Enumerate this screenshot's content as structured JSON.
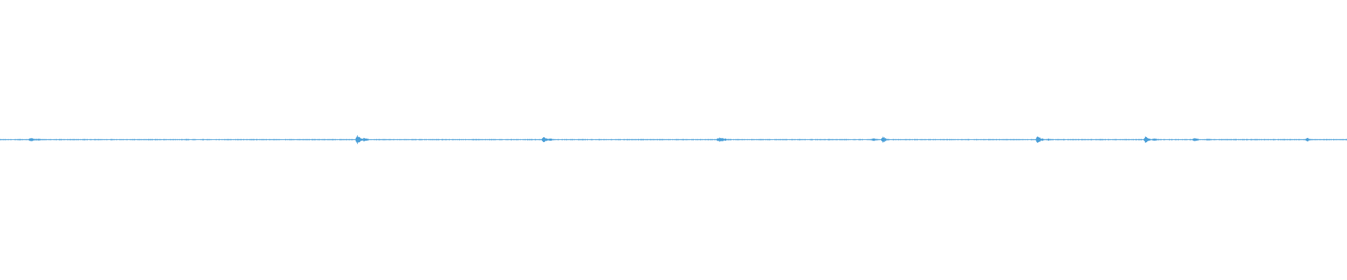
{
  "waveform": {
    "color": "#4a9fd8",
    "background": "#ffffff",
    "bursts": [
      {
        "pos": 0.0224,
        "amp": 0.4,
        "width": 0.012
      },
      {
        "pos": 0.028,
        "amp": 0.2,
        "width": 0.01
      },
      {
        "pos": 0.111,
        "amp": 0.15,
        "width": 0.01
      },
      {
        "pos": 0.138,
        "amp": 0.18,
        "width": 0.012
      },
      {
        "pos": 0.18,
        "amp": 0.08,
        "width": 0.02
      },
      {
        "pos": 0.22,
        "amp": 0.06,
        "width": 0.03
      },
      {
        "pos": 0.265,
        "amp": 0.9,
        "width": 0.008
      },
      {
        "pos": 0.27,
        "amp": 0.35,
        "width": 0.012
      },
      {
        "pos": 0.31,
        "amp": 0.06,
        "width": 0.02
      },
      {
        "pos": 0.344,
        "amp": 0.07,
        "width": 0.02
      },
      {
        "pos": 0.382,
        "amp": 0.12,
        "width": 0.012
      },
      {
        "pos": 0.403,
        "amp": 0.7,
        "width": 0.008
      },
      {
        "pos": 0.408,
        "amp": 0.25,
        "width": 0.01
      },
      {
        "pos": 0.457,
        "amp": 0.08,
        "width": 0.01
      },
      {
        "pos": 0.507,
        "amp": 0.15,
        "width": 0.01
      },
      {
        "pos": 0.534,
        "amp": 0.45,
        "width": 0.016
      },
      {
        "pos": 0.58,
        "amp": 0.06,
        "width": 0.02
      },
      {
        "pos": 0.626,
        "amp": 0.1,
        "width": 0.016
      },
      {
        "pos": 0.648,
        "amp": 0.3,
        "width": 0.01
      },
      {
        "pos": 0.655,
        "amp": 0.7,
        "width": 0.007
      },
      {
        "pos": 0.71,
        "amp": 0.06,
        "width": 0.02
      },
      {
        "pos": 0.752,
        "amp": 0.12,
        "width": 0.014
      },
      {
        "pos": 0.77,
        "amp": 0.75,
        "width": 0.008
      },
      {
        "pos": 0.778,
        "amp": 0.2,
        "width": 0.012
      },
      {
        "pos": 0.85,
        "amp": 0.7,
        "width": 0.008
      },
      {
        "pos": 0.856,
        "amp": 0.3,
        "width": 0.01
      },
      {
        "pos": 0.886,
        "amp": 0.35,
        "width": 0.01
      },
      {
        "pos": 0.896,
        "amp": 0.18,
        "width": 0.016
      },
      {
        "pos": 0.95,
        "amp": 0.1,
        "width": 0.016
      },
      {
        "pos": 0.97,
        "amp": 0.45,
        "width": 0.008
      },
      {
        "pos": 0.976,
        "amp": 0.15,
        "width": 0.01
      }
    ]
  }
}
